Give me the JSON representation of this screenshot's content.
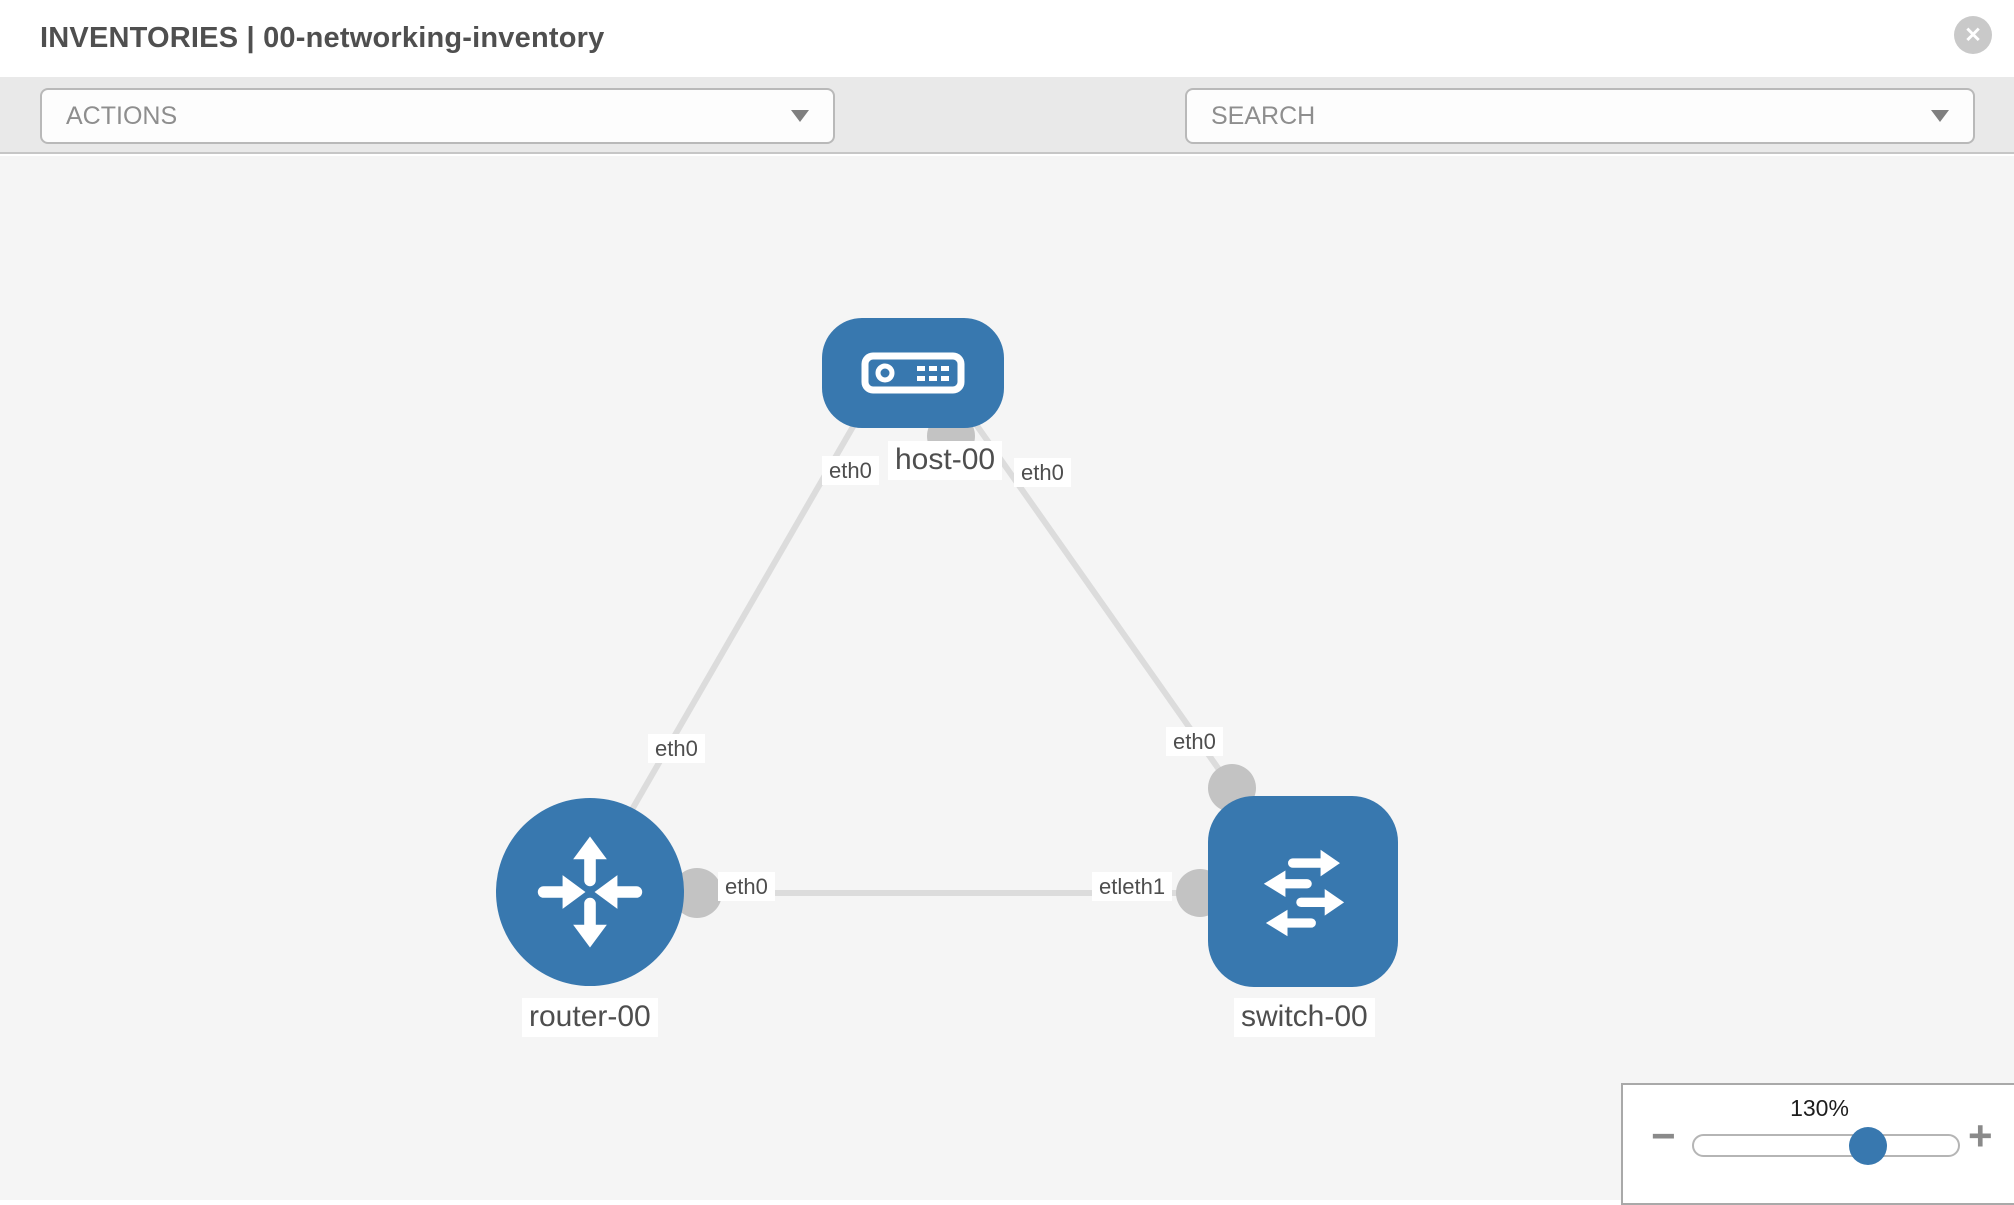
{
  "header": {
    "title": "INVENTORIES | 00-networking-inventory"
  },
  "toolbar": {
    "actions": {
      "placeholder": "ACTIONS"
    },
    "search": {
      "placeholder": "SEARCH"
    },
    "tools": [
      {
        "icon": "wrench-icon"
      },
      {
        "icon": "key-icon"
      }
    ]
  },
  "icons": {
    "close": "✕"
  },
  "topology": {
    "nodes": [
      {
        "label": "host-00",
        "type": "host"
      },
      {
        "label": "router-00",
        "type": "router"
      },
      {
        "label": "switch-00",
        "type": "switch"
      }
    ],
    "links": [
      {
        "from": "host-00",
        "to": "router-00",
        "from_label": "eth0",
        "to_label": "eth0"
      },
      {
        "from": "host-00",
        "to": "switch-00",
        "from_label": "eth0",
        "to_label": "eth0"
      },
      {
        "from": "router-00",
        "to": "switch-00",
        "from_label": "eth0",
        "to_label": "etleth1"
      }
    ]
  },
  "zoom_panel": {
    "level": "130%",
    "minus_label": "−",
    "plus_label": "+"
  },
  "colors": {
    "node_blue": "#3878af",
    "link_gray": "#dcdcdc",
    "connector_gray": "#c3c3c3",
    "canvas_bg": "#f5f5f5",
    "toolbar_bg": "#e9e9e9"
  }
}
